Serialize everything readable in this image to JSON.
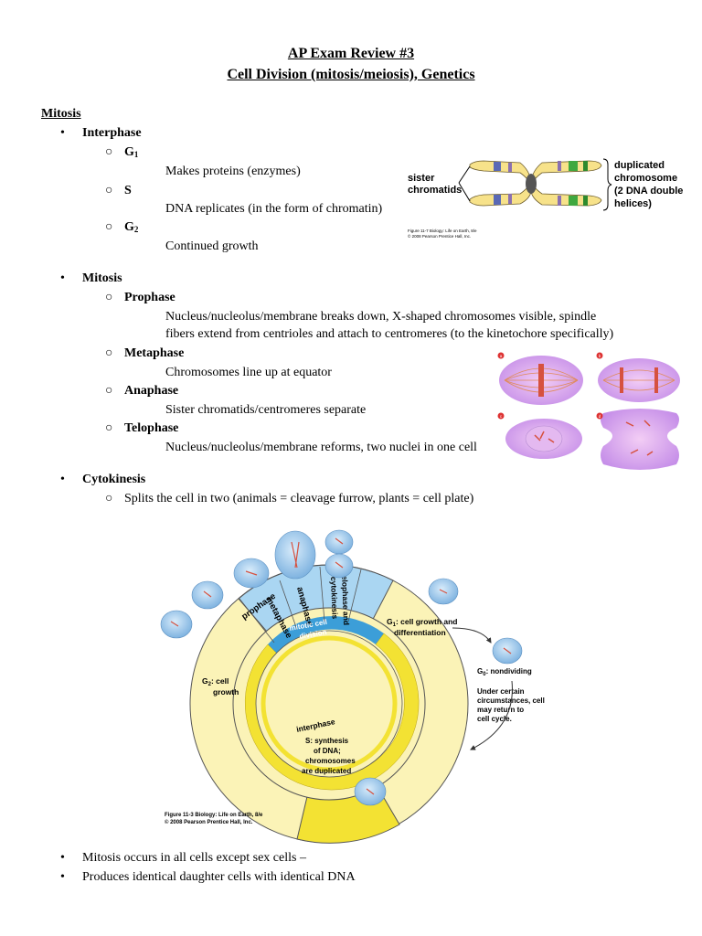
{
  "title": {
    "line1": "AP Exam Review #3",
    "line2": "Cell Division (mitosis/meiosis), Genetics"
  },
  "section": "Mitosis",
  "interphase": {
    "heading": "Interphase",
    "g1_label": "G",
    "g1_sub": "1",
    "g1_desc": "Makes proteins (enzymes)",
    "s_label": "S",
    "s_desc": "DNA replicates (in the form of chromatin)",
    "g2_label": "G",
    "g2_sub": "2",
    "g2_desc": "Continued growth"
  },
  "mitosis": {
    "heading": "Mitosis",
    "prophase": "Prophase",
    "prophase_desc1": "Nucleus/nucleolus/membrane breaks down, X-shaped chromosomes visible, spindle",
    "prophase_desc2": "fibers extend from centrioles and attach to centromeres (to the kinetochore specifically)",
    "metaphase": "Metaphase",
    "metaphase_desc": "Chromosomes line up at equator",
    "anaphase": "Anaphase",
    "anaphase_desc": "Sister chromatids/centromeres separate",
    "telophase": "Telophase",
    "telophase_desc": "Nucleus/nucleolus/membrane reforms, two nuclei in one cell"
  },
  "cytokinesis": {
    "heading": "Cytokinesis",
    "desc": "Splits the cell in two (animals = cleavage furrow, plants = cell plate)"
  },
  "chromosome_figure": {
    "sister": "sister",
    "chromatids": "chromatids",
    "dup1": "duplicated",
    "dup2": "chromosome",
    "dup3": "(2 DNA double",
    "dup4": "helices)",
    "credit1": "Figure 11-7 Biology: Life on Earth, 8/e",
    "credit2": "© 2008 Pearson Prentice Hall, Inc."
  },
  "phase_figure": {
    "a": "a",
    "b": "b",
    "c": "c",
    "d": "d"
  },
  "cycle_figure": {
    "prophase": "prophase",
    "metaphase": "metaphase",
    "anaphase": "anaphase",
    "telophase1": "telophase and",
    "telophase2": "cytokinesis",
    "mitotic1": "mitotic cell",
    "mitotic2": "division",
    "g1_1": "G",
    "g1_sub": "1",
    "g1_2": ": cell growth and",
    "g1_3": "differentiation",
    "g0_1": "G",
    "g0_sub": "0",
    "g0_2": ": nondividing",
    "under1": "Under certain",
    "under2": "circumstances, cell",
    "under3": "may return to",
    "under4": "cell cycle.",
    "g2_1": "G",
    "g2_sub": "2",
    "g2_2": ": cell",
    "g2_3": "growth",
    "interphase": "interphase",
    "s1": "S: synthesis",
    "s2": "of DNA;",
    "s3": "chromosomes",
    "s4": "are duplicated",
    "credit1": "Figure 11-3 Biology: Life on Earth, 8/e",
    "credit2": "© 2008 Pearson Prentice Hall, Inc."
  },
  "footer": {
    "bullet1": "Mitosis occurs in all cells except sex cells –",
    "bullet2": "Produces identical daughter cells with identical DNA"
  }
}
